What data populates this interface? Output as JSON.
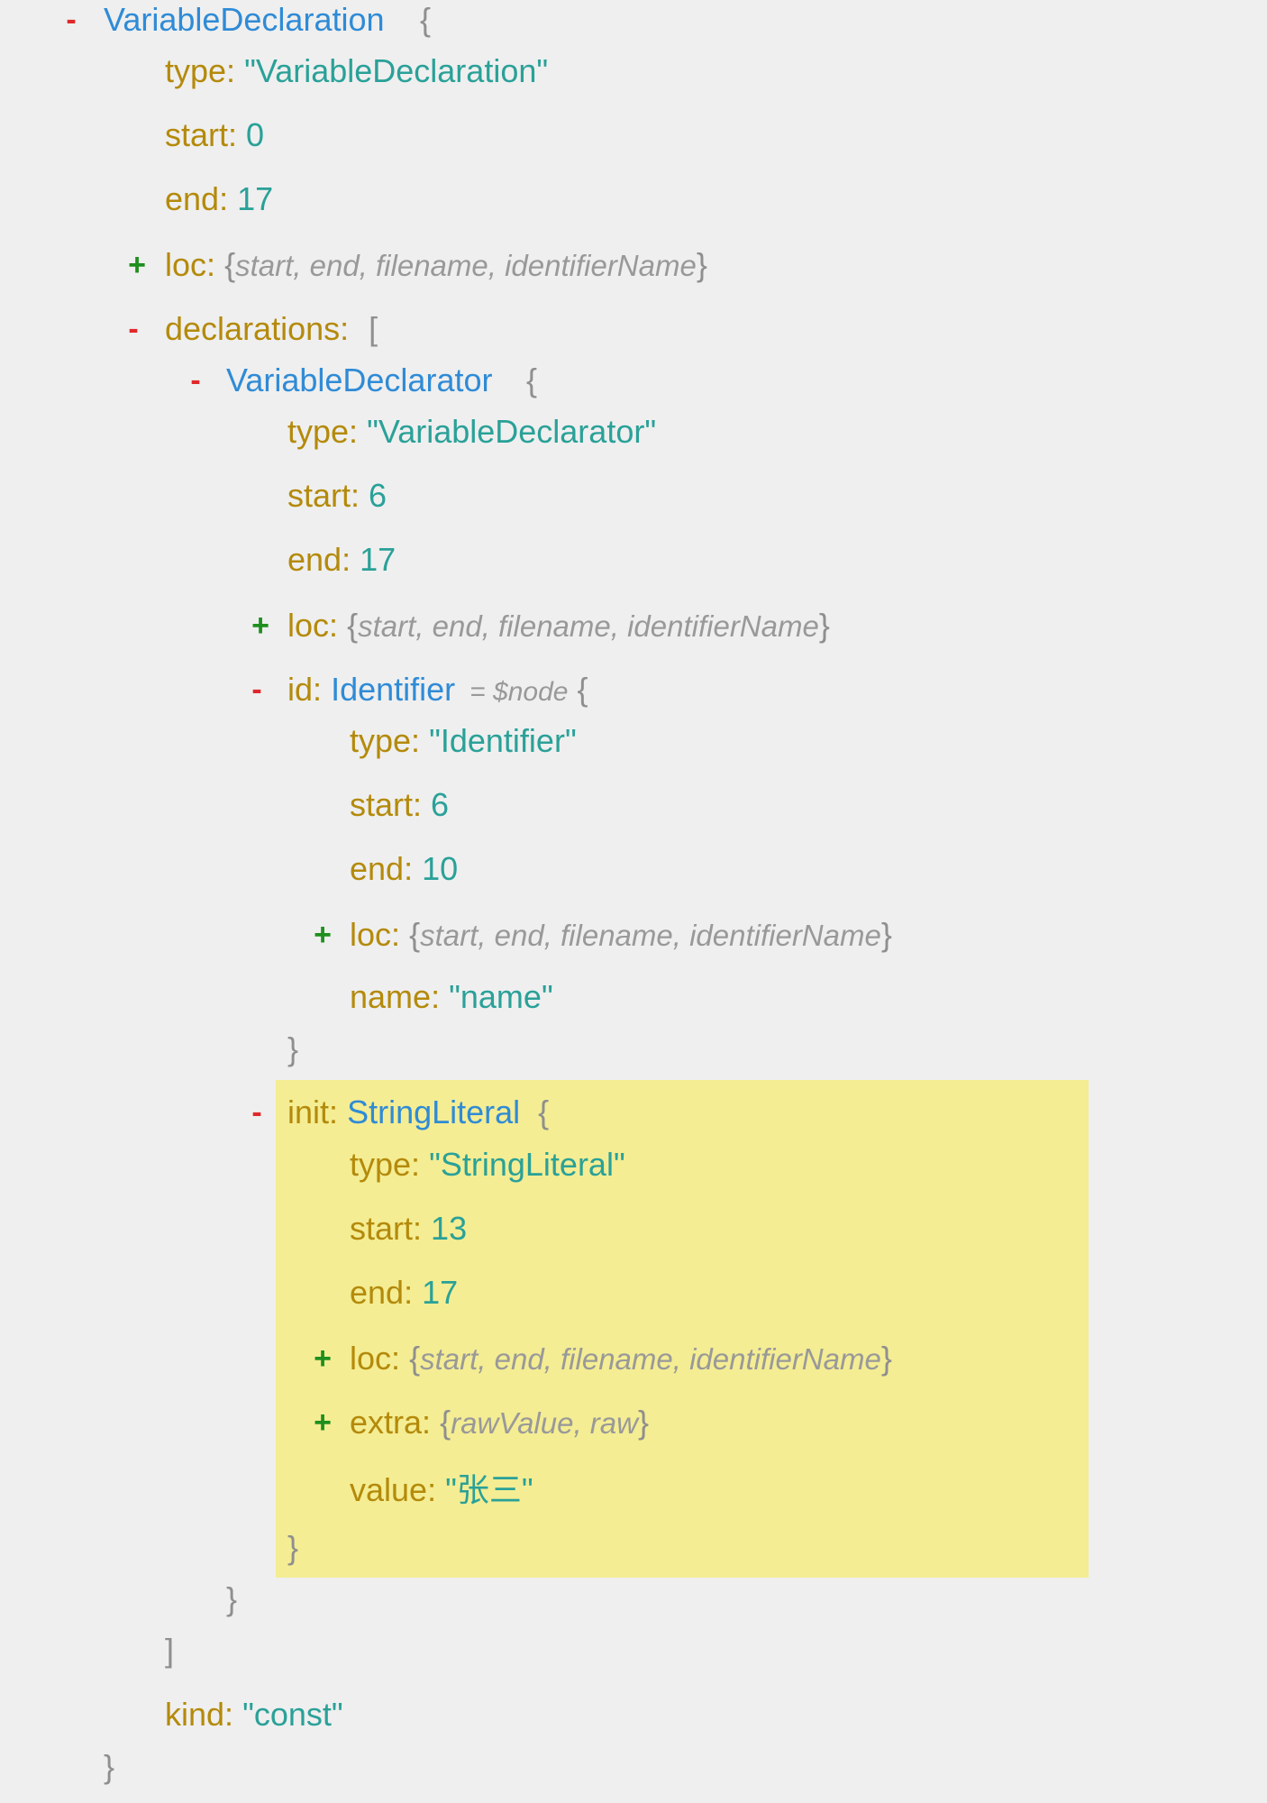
{
  "colors": {
    "background": "#efefef",
    "highlight": "#f4ed93",
    "key": "#b48a0b",
    "node_type": "#2f8bd6",
    "value": "#2aa198",
    "punctuation": "#8f8f8f",
    "collapse_toggle": "#e0282b",
    "expand_toggle": "#1e8f1e"
  },
  "icons": {
    "collapse": "minus-icon",
    "expand": "plus-icon"
  },
  "toggles": {
    "collapse": "-",
    "expand": "+"
  },
  "punct": {
    "colon": ":",
    "open_brace": "{",
    "close_brace": "}",
    "open_bracket": "[",
    "close_bracket": "]",
    "quote": "\""
  },
  "tree": {
    "root": {
      "node_type": "VariableDeclaration",
      "type": {
        "key": "type",
        "value": "VariableDeclaration"
      },
      "start": {
        "key": "start",
        "value": "0"
      },
      "end": {
        "key": "end",
        "value": "17"
      },
      "loc": {
        "key": "loc",
        "summary": "start, end, filename, identifierName"
      },
      "declarations": {
        "key": "declarations",
        "item": {
          "node_type": "VariableDeclarator",
          "type": {
            "key": "type",
            "value": "VariableDeclarator"
          },
          "start": {
            "key": "start",
            "value": "6"
          },
          "end": {
            "key": "end",
            "value": "17"
          },
          "loc": {
            "key": "loc",
            "summary": "start, end, filename, identifierName"
          },
          "id": {
            "key": "id",
            "node_type": "Identifier",
            "alias": "= $node",
            "type": {
              "key": "type",
              "value": "Identifier"
            },
            "start": {
              "key": "start",
              "value": "6"
            },
            "end": {
              "key": "end",
              "value": "10"
            },
            "loc": {
              "key": "loc",
              "summary": "start, end, filename, identifierName"
            },
            "name": {
              "key": "name",
              "value": "name"
            }
          },
          "init": {
            "key": "init",
            "node_type": "StringLiteral",
            "type": {
              "key": "type",
              "value": "StringLiteral"
            },
            "start": {
              "key": "start",
              "value": "13"
            },
            "end": {
              "key": "end",
              "value": "17"
            },
            "loc": {
              "key": "loc",
              "summary": "start, end, filename, identifierName"
            },
            "extra": {
              "key": "extra",
              "summary": "rawValue, raw"
            },
            "value": {
              "key": "value",
              "value": "张三"
            }
          }
        }
      },
      "kind": {
        "key": "kind",
        "value": "const"
      }
    }
  }
}
